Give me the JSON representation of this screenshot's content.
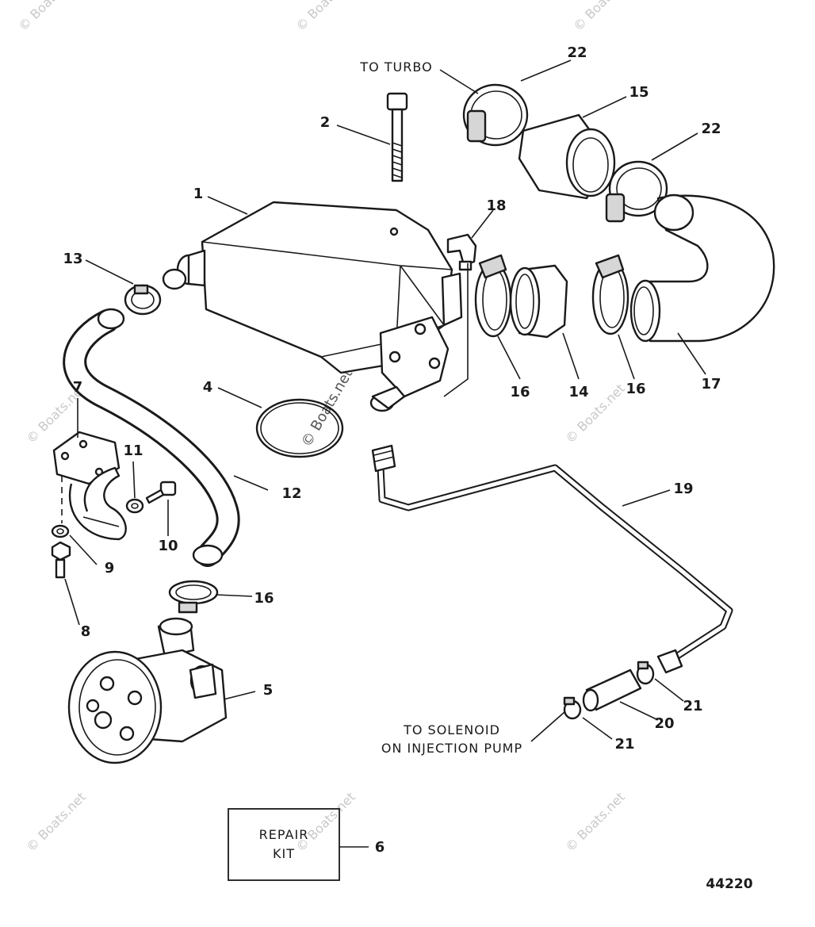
{
  "notes": {
    "to_turbo": "TO TURBO",
    "to_solenoid_line1": "TO SOLENOID",
    "to_solenoid_line2": "ON INJECTION PUMP"
  },
  "repair_kit": {
    "line1": "REPAIR",
    "line2": "KIT"
  },
  "diagram_number": "44220",
  "watermark": "© Boats.net",
  "callouts": {
    "c1": "1",
    "c2": "2",
    "c4": "4",
    "c5": "5",
    "c6": "6",
    "c7": "7",
    "c8": "8",
    "c9": "9",
    "c10": "10",
    "c11": "11",
    "c12": "12",
    "c13": "13",
    "c14": "14",
    "c15": "15",
    "c16a": "16",
    "c16b": "16",
    "c16c": "16",
    "c17": "17",
    "c18": "18",
    "c19": "19",
    "c20": "20",
    "c21a": "21",
    "c21b": "21",
    "c22a": "22",
    "c22b": "22"
  }
}
